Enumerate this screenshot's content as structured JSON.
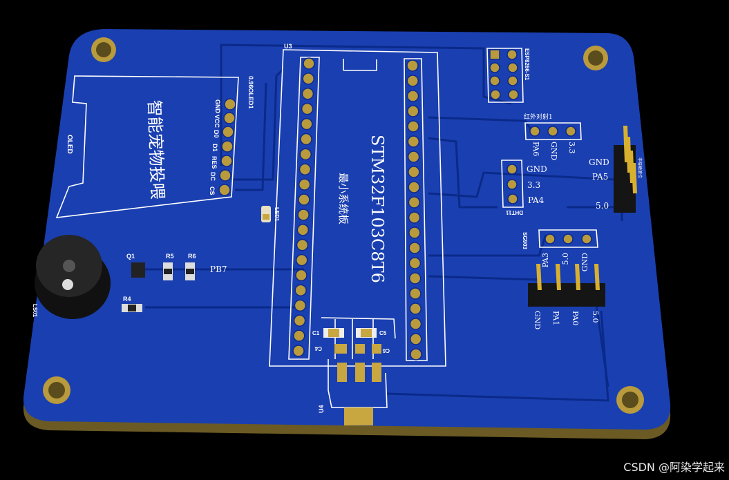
{
  "board": {
    "mcu_ref": "U3",
    "mcu_part": "STM32F103C8T6",
    "mcu_desc": "最小系统板",
    "oled_title": "智能宠物投喂",
    "oled_label": "OLED",
    "oled_ref": "0.96OLED1",
    "oled_pins": [
      "GND",
      "VCC",
      "D0",
      "D1",
      "RES",
      "DC",
      "CS"
    ],
    "led_ref": "LED1",
    "q_ref": "Q1",
    "r5": "R5",
    "r6": "R6",
    "r4": "R4",
    "pb7": "PB7",
    "buzzer_ref": "LS01",
    "esp_ref": "ESP8266-S1",
    "ir_ref": "红外对射1",
    "ir_pins": [
      "PA6",
      "GND",
      "3.3"
    ],
    "dht_ref": "DHT11",
    "dht_pins": [
      "GND",
      "3.3",
      "PA4"
    ],
    "level_ref": "非接触液位",
    "level_pins": [
      "GND",
      "PA5",
      "5.0"
    ],
    "servo_ref": "SG903",
    "servo_pins": [
      "PA3",
      "5.0",
      "GND"
    ],
    "header4_pins": [
      "GND",
      "PA1",
      "PA0",
      "5.0"
    ],
    "caps": [
      "C1",
      "C5",
      "C4",
      "C6"
    ],
    "reg_ref": "U4"
  },
  "colors": {
    "board": "#1a3fb0",
    "silk": "#ffffff",
    "pad": "#b99a3c"
  },
  "watermark": "CSDN @阿染学起来"
}
